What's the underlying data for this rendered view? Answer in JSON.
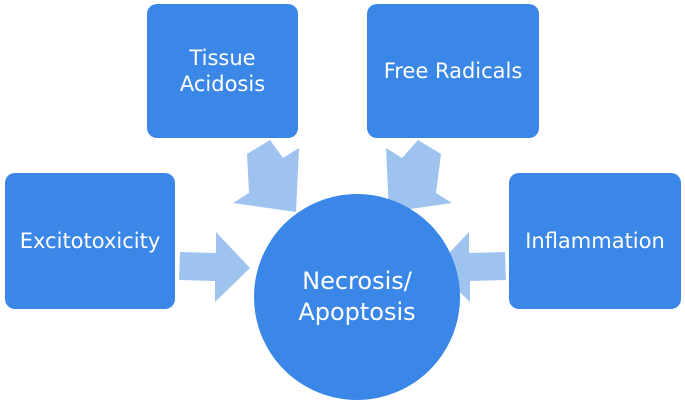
{
  "diagram": {
    "center": {
      "label": "Necrosis/\nApoptosis"
    },
    "nodes": [
      {
        "label": "Tissue\nAcidosis"
      },
      {
        "label": "Free Radicals"
      },
      {
        "label": "Excitotoxicity"
      },
      {
        "label": "Inflammation"
      }
    ]
  },
  "colors": {
    "box_fill": "#3a87e8",
    "arrow_fill": "#9fc3ef",
    "text": "#ffffff"
  }
}
